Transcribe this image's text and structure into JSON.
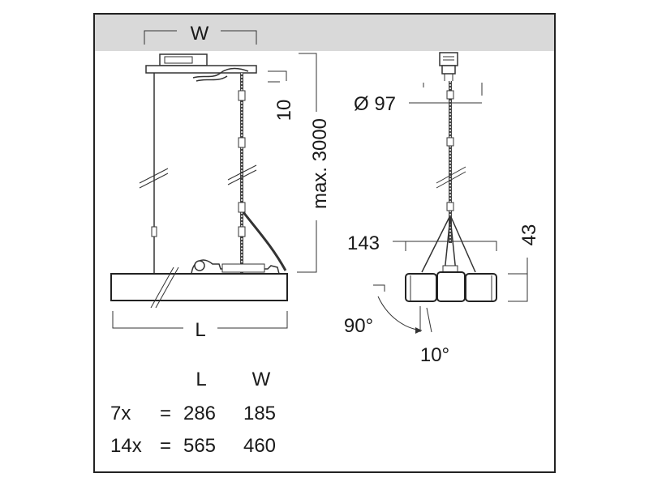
{
  "labels": {
    "width": "W",
    "length": "L",
    "drop_offset": "10",
    "max_suspension": "max. 3000",
    "canopy_diameter": "Ø 97",
    "profile_width": "143",
    "profile_height": "43",
    "tilt_angle": "90°",
    "tilt_step": "10°"
  },
  "table": {
    "header_l": "L",
    "header_w": "W",
    "rows": [
      {
        "qty": "7x",
        "eq": "=",
        "l": "286",
        "w": "185"
      },
      {
        "qty": "14x",
        "eq": "=",
        "l": "565",
        "w": "460"
      }
    ]
  },
  "colors": {
    "ceiling": "#d9d9d9",
    "border": "#222222",
    "line": "#333333"
  }
}
